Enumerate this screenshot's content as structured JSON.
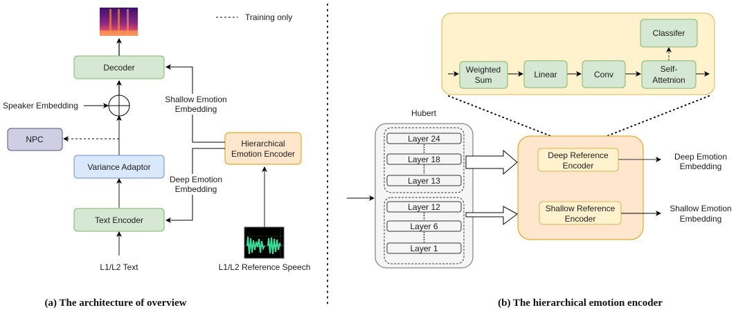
{
  "legend": {
    "training_only": "Training only"
  },
  "panel_a": {
    "caption": "(a) The architecture of overview",
    "decoder": "Decoder",
    "speaker_embedding": "Speaker Embedding",
    "npc": "NPC",
    "variance_adaptor": "Variance Adaptor",
    "text_encoder": "Text Encoder",
    "text_input": "L1/L2 Text",
    "hee_line1": "Hierarchical",
    "hee_line2": "Emotion Encoder",
    "shallow_emb_line1": "Shallow Emotion",
    "shallow_emb_line2": "Embedding",
    "deep_emb_line1": "Deep Emotion",
    "deep_emb_line2": "Embedding",
    "ref_speech": "L1/L2  Reference Speech"
  },
  "panel_b": {
    "caption": "(b) The hierarchical emotion encoder",
    "weighted_sum_line1": "Weighted",
    "weighted_sum_line2": "Sum",
    "linear": "Linear",
    "conv": "Conv",
    "self_attn_line1": "Self-",
    "self_attn_line2": "Attetnion",
    "classifier": "Classifer",
    "hubert": "Hubert",
    "layers_deep": [
      "Layer 24",
      "Layer 18",
      "Layer 13"
    ],
    "layers_shallow": [
      "Layer 12",
      "Layer 6",
      "Layer 1"
    ],
    "deep_ref_line1": "Deep Reference",
    "deep_ref_line2": "Encoder",
    "shallow_ref_line1": "Shallow Reference",
    "shallow_ref_line2": "Encoder",
    "out_deep_line1": "Deep Emotion",
    "out_deep_line2": "Embedding",
    "out_shallow_line1": "Shallow Emotion",
    "out_shallow_line2": "Embedding"
  },
  "colors": {
    "green_fill": "#d5e8d4",
    "green_stroke": "#82b366",
    "blue_fill": "#dae8fc",
    "blue_stroke": "#6c8ebf",
    "purple_fill": "#d0cee2",
    "purple_stroke": "#56517e",
    "orange_fill": "#ffe6cc",
    "orange_stroke": "#d79b00",
    "yellow_fill": "#fff2cc",
    "yellow_stroke": "#d6b656",
    "gray_fill": "#f5f5f5",
    "gray_stroke": "#666666"
  }
}
